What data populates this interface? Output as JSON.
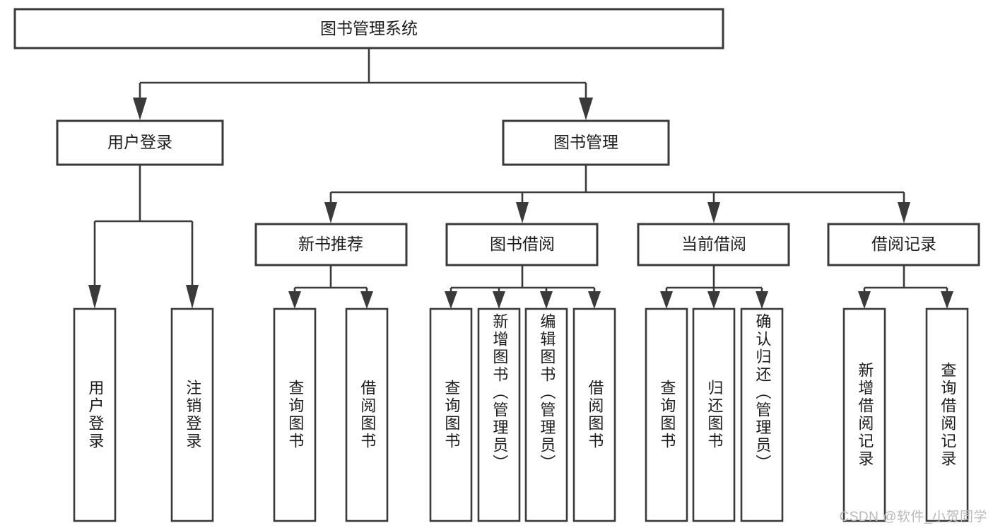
{
  "diagram": {
    "type": "tree-hierarchy-flowchart",
    "title_node": {
      "id": "root",
      "label": "图书管理系统"
    },
    "level2": [
      {
        "id": "user-login",
        "label": "用户登录"
      },
      {
        "id": "book-management",
        "label": "图书管理"
      }
    ],
    "level3": [
      {
        "id": "new-book-recommend",
        "label": "新书推荐",
        "parent": "book-management"
      },
      {
        "id": "book-borrow",
        "label": "图书借阅",
        "parent": "book-management"
      },
      {
        "id": "current-borrow",
        "label": "当前借阅",
        "parent": "book-management"
      },
      {
        "id": "borrow-record",
        "label": "借阅记录",
        "parent": "book-management"
      }
    ],
    "leaves": [
      {
        "id": "leaf-user-login",
        "label": "用户登录",
        "parent": "user-login"
      },
      {
        "id": "leaf-logout",
        "label": "注销登录",
        "parent": "user-login"
      },
      {
        "id": "leaf-query-book-1",
        "label": "查询图书",
        "parent": "new-book-recommend"
      },
      {
        "id": "leaf-borrow-book-1",
        "label": "借阅图书",
        "parent": "new-book-recommend"
      },
      {
        "id": "leaf-query-book-2",
        "label": "查询图书",
        "parent": "book-borrow"
      },
      {
        "id": "leaf-add-book",
        "label": "新增图书（管理员）",
        "parent": "book-borrow"
      },
      {
        "id": "leaf-edit-book",
        "label": "编辑图书（管理员）",
        "parent": "book-borrow"
      },
      {
        "id": "leaf-borrow-book-2",
        "label": "借阅图书",
        "parent": "book-borrow"
      },
      {
        "id": "leaf-query-book-3",
        "label": "查询图书",
        "parent": "current-borrow"
      },
      {
        "id": "leaf-return-book",
        "label": "归还图书",
        "parent": "current-borrow"
      },
      {
        "id": "leaf-confirm-return",
        "label": "确认归还（管理员）",
        "parent": "current-borrow"
      },
      {
        "id": "leaf-add-record",
        "label": "新增借阅记录",
        "parent": "borrow-record"
      },
      {
        "id": "leaf-query-record",
        "label": "查询借阅记录",
        "parent": "borrow-record"
      }
    ],
    "colors": {
      "stroke": "#3a3a3a",
      "fill": "#ffffff",
      "text": "#1c1c1c",
      "background": "#ffffff",
      "watermark": "#b9b9b9"
    }
  },
  "watermark": {
    "text": "CSDN @软件_小贺同学"
  }
}
